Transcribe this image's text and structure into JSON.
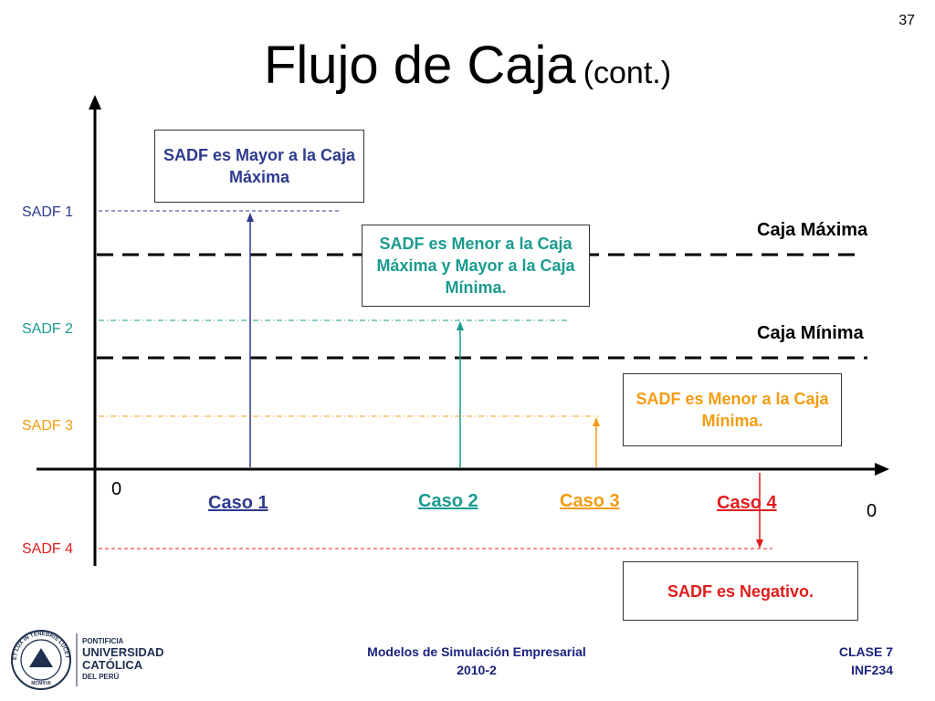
{
  "slide_number": "37",
  "title": {
    "main": "Flujo de Caja",
    "sub": "(cont.)"
  },
  "levels": [
    {
      "label": "SADF 1",
      "color": "#2e3b8e"
    },
    {
      "label": "SADF 2",
      "color": "#1a9b8f"
    },
    {
      "label": "SADF 3",
      "color": "#f39c12"
    },
    {
      "label": "SADF 4",
      "color": "#e11d1d"
    }
  ],
  "limits": {
    "max_label": "Caja Máxima",
    "min_label": "Caja Mínima"
  },
  "zero_labels": [
    "0",
    "0"
  ],
  "cases": [
    {
      "label": "Caso 1",
      "color": "#2e3b8e"
    },
    {
      "label": "Caso 2",
      "color": "#1a9b8f"
    },
    {
      "label": "Caso 3",
      "color": "#f39c12"
    },
    {
      "label": "Caso 4",
      "color": "#e11d1d"
    }
  ],
  "boxes": {
    "case1": "SADF es Mayor a la Caja Máxima",
    "case2": "SADF es Menor a la Caja Máxima y Mayor a la Caja Mínima.",
    "case3": "SADF es Menor a la Caja Mínima.",
    "case4": "SADF es Negativo."
  },
  "footer": {
    "course": "Modelos de Simulación Empresarial",
    "term": "2010-2",
    "class": "CLASE 7",
    "code": "INF234"
  },
  "logo": {
    "line1": "PONTIFICIA",
    "line2": "UNIVERSIDAD",
    "line3": "CATÓLICA",
    "line4": "DEL PERÚ",
    "motto": "ET LUX IN TENEBRIS LUCET",
    "year": "MCMXVII"
  }
}
